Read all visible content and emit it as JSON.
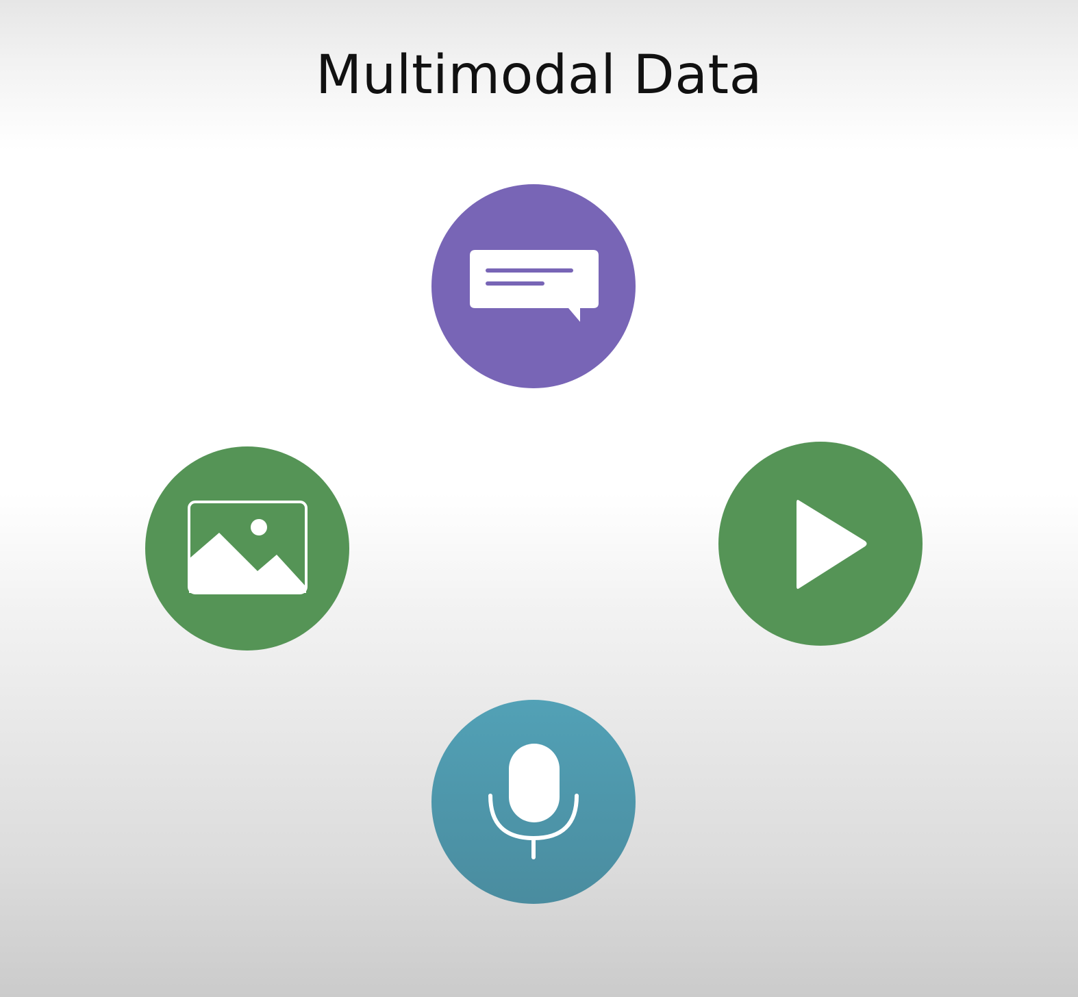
{
  "title": "Multimodal Data",
  "nodes": [
    {
      "id": "text",
      "icon": "speech-bubble-icon",
      "color": "#7865b6"
    },
    {
      "id": "image",
      "icon": "image-icon",
      "color": "#559456"
    },
    {
      "id": "video",
      "icon": "play-icon",
      "color": "#559456"
    },
    {
      "id": "audio",
      "icon": "microphone-icon",
      "color": "#4f9bb0"
    }
  ],
  "colors": {
    "purple": "#7865b6",
    "green": "#559456",
    "teal": "#4f9bb0",
    "icon_fill": "#ffffff"
  }
}
